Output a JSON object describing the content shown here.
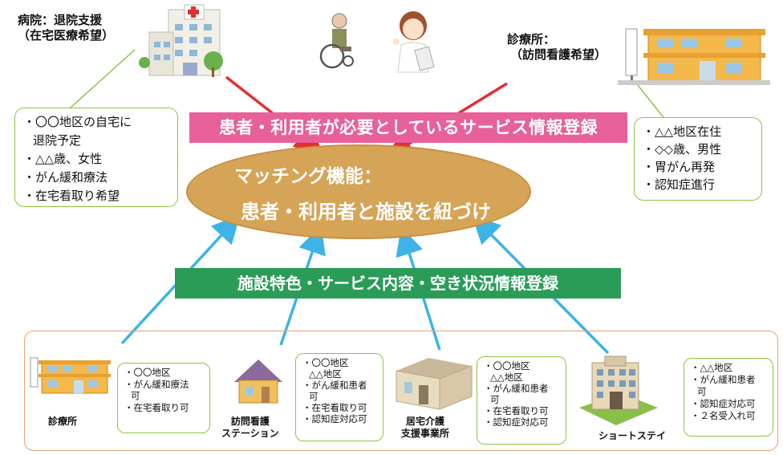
{
  "hospital": {
    "title_line1": "病院：退院支援",
    "title_line2": "（在宅医療希望）",
    "info": [
      "・〇〇地区の自宅に",
      "退院予定",
      "・△△歳、女性",
      "・がん緩和療法",
      "・在宅看取り希望"
    ]
  },
  "clinic_top": {
    "title_line1": "診療所：",
    "title_line2": "（訪問看護希望）",
    "info": [
      "・△△地区在住",
      "・◇◇歳、男性",
      "・胃がん再発",
      "・認知症進行"
    ]
  },
  "banner_top": "患者・利用者が必要としているサービス情報登録",
  "matching": {
    "line1": "マッチング機能：",
    "line2": "患者・利用者と施設を紐づけ"
  },
  "banner_bottom": "施設特色・サービス内容・空き状況情報登録",
  "facilities": [
    {
      "label": "診療所",
      "info": [
        "・〇〇地区",
        "・がん緩和療法",
        "可",
        "・在宅看取り可"
      ]
    },
    {
      "label_line1": "訪問看護",
      "label_line2": "ステーション",
      "info": [
        "・〇〇地区",
        "△△地区",
        "・がん緩和患者",
        "可",
        "・在宅看取り可",
        "・認知症対応可"
      ]
    },
    {
      "label_line1": "居宅介護",
      "label_line2": "支援事業所",
      "info": [
        "・〇〇地区",
        "△△地区",
        "・がん緩和患者",
        "可",
        "・在宅看取り可",
        "・認知症対応可"
      ]
    },
    {
      "label": "ショートステイ",
      "info": [
        "・△△地区",
        "・がん緩和患者",
        "可",
        "・認知症対応可",
        "・２名受入れ可"
      ]
    }
  ],
  "colors": {
    "pink": "#e8609a",
    "green": "#2a9c57",
    "ellipse": "#d6a456",
    "arrow_red": "#e03030",
    "arrow_blue": "#3db3e8",
    "callout_border": "#8cc63f"
  }
}
